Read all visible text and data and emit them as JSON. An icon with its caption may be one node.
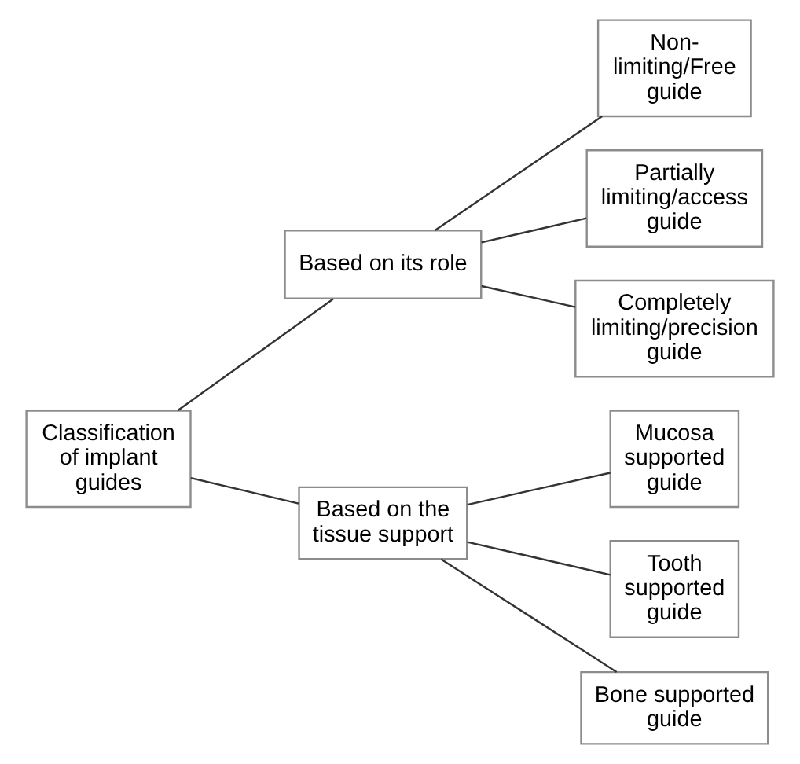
{
  "diagram": {
    "nodes": [
      {
        "text": [
          "Classification of implant guides"
        ]
      },
      {
        "text": [
          "Based on its role"
        ]
      },
      {
        "text": [
          "Based on the tissue support"
        ]
      },
      {
        "text": [
          "Non-limiting/Free guide"
        ]
      },
      {
        "text": [
          "Partially limiting/access guide"
        ]
      },
      {
        "text": [
          "Completely limiting/precision guide"
        ]
      },
      {
        "text": [
          "Mucosa supported guide"
        ]
      },
      {
        "text": [
          "Tooth supported guide"
        ]
      },
      {
        "text": [
          "Bone supported guide"
        ]
      }
    ],
    "edges": [
      {
        "from": 0,
        "to": 1,
        "arrow": "none"
      },
      {
        "from": 0,
        "to": 2,
        "arrow": "none"
      },
      {
        "from": 1,
        "to": 3,
        "arrow": "none"
      },
      {
        "from": 1,
        "to": 4,
        "arrow": "none"
      },
      {
        "from": 1,
        "to": 5,
        "arrow": "none"
      },
      {
        "from": 2,
        "to": 6,
        "arrow": "none"
      },
      {
        "from": 2,
        "to": 7,
        "arrow": "none"
      },
      {
        "from": 2,
        "to": 8,
        "arrow": "none"
      }
    ]
  }
}
